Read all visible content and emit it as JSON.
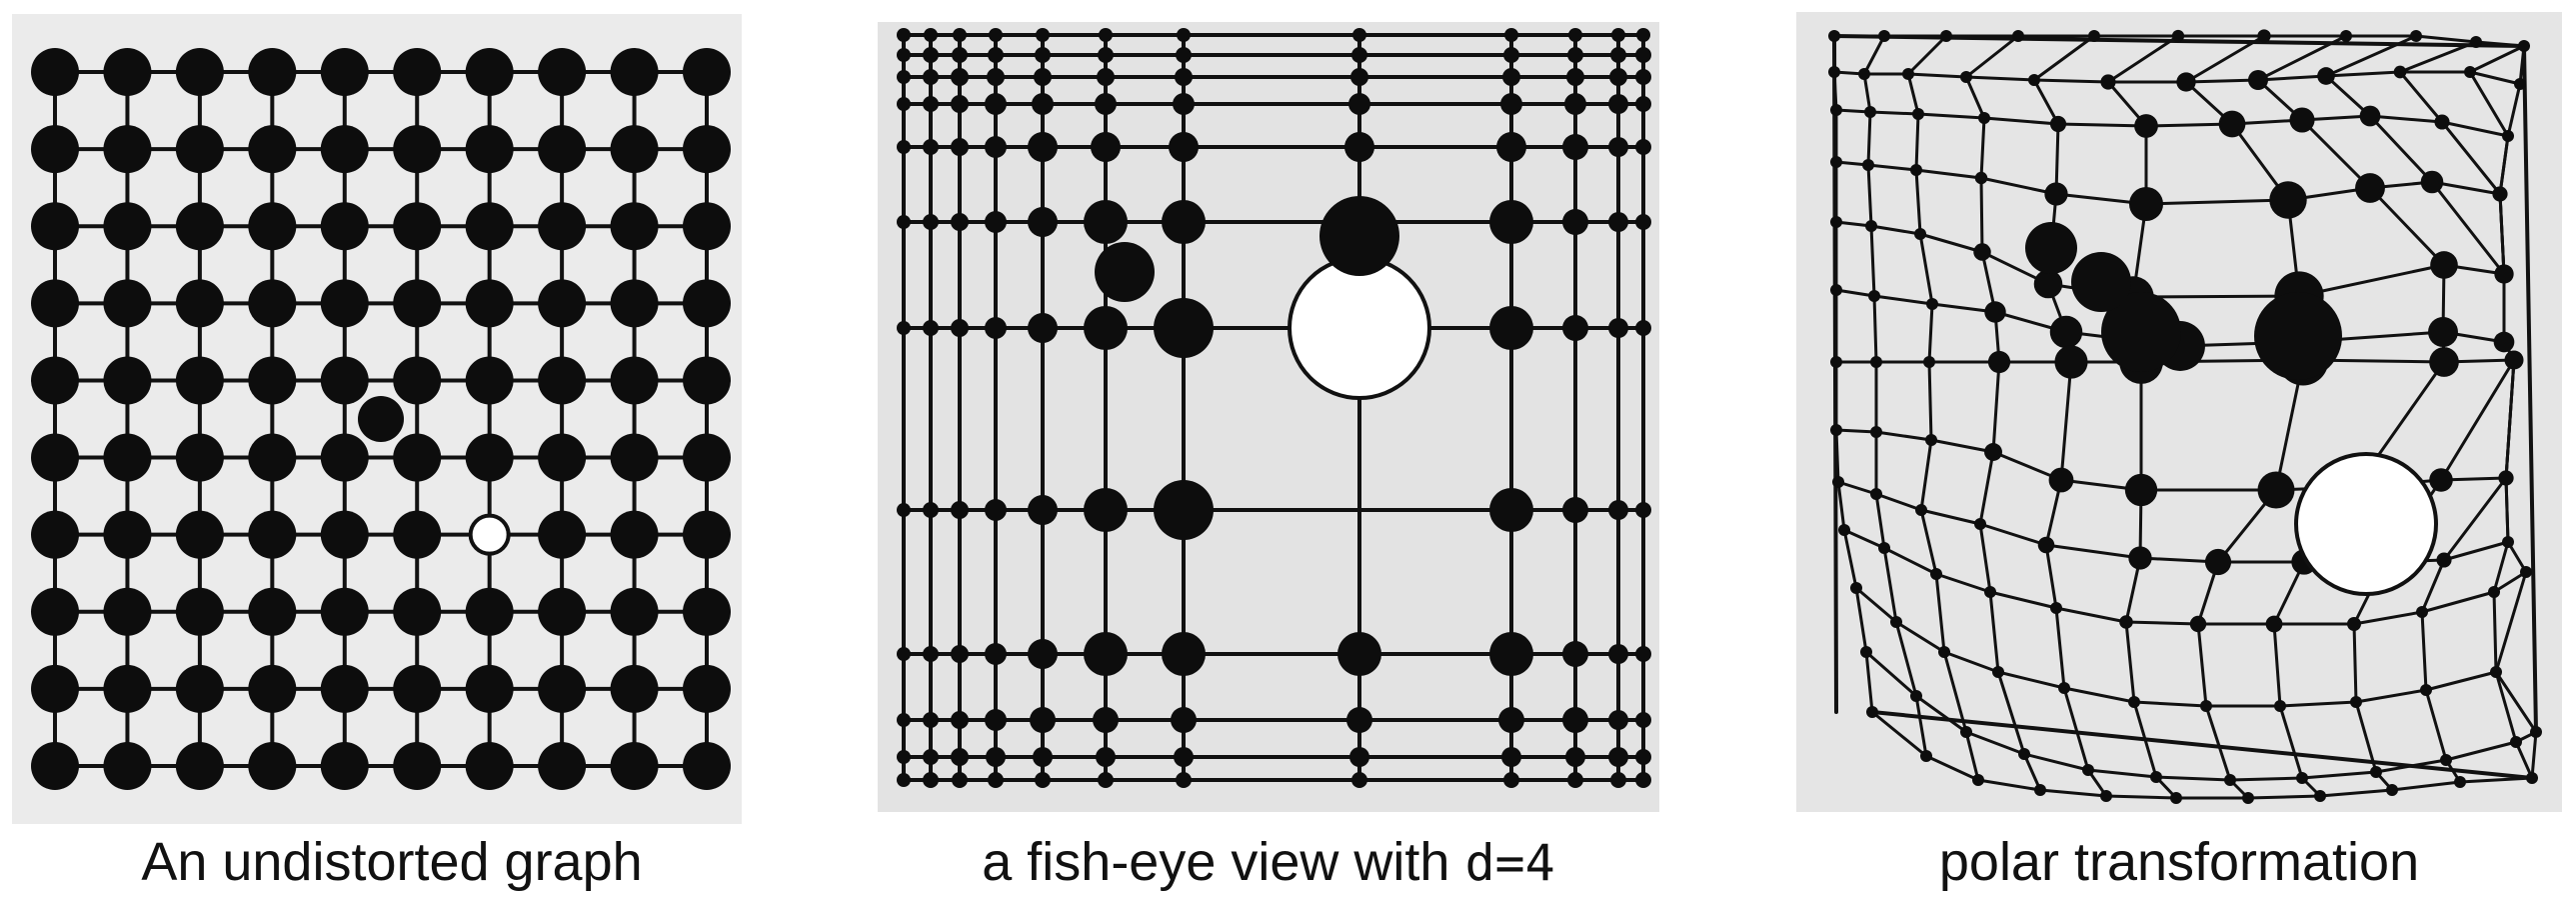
{
  "figure": {
    "panels": [
      {
        "id": "undistorted",
        "caption": "An undistorted graph",
        "grid": {
          "rows": 10,
          "cols": 10
        },
        "background": "#ebebeb",
        "node_color": "#0d0d0d",
        "focus_node": {
          "col": 6,
          "row": 6
        },
        "extra_node": {
          "between_cols": [
            4,
            5
          ],
          "between_rows": [
            4,
            5
          ]
        }
      },
      {
        "id": "fisheye",
        "caption_prefix": "a fish-eye view with ",
        "caption_param": "d=4",
        "distortion": 4,
        "background": "#e3e3e3",
        "node_color": "#0d0d0d"
      },
      {
        "id": "polar",
        "caption": "polar transformation",
        "background": "#e5e5e5",
        "node_color": "#0d0d0d"
      }
    ]
  }
}
